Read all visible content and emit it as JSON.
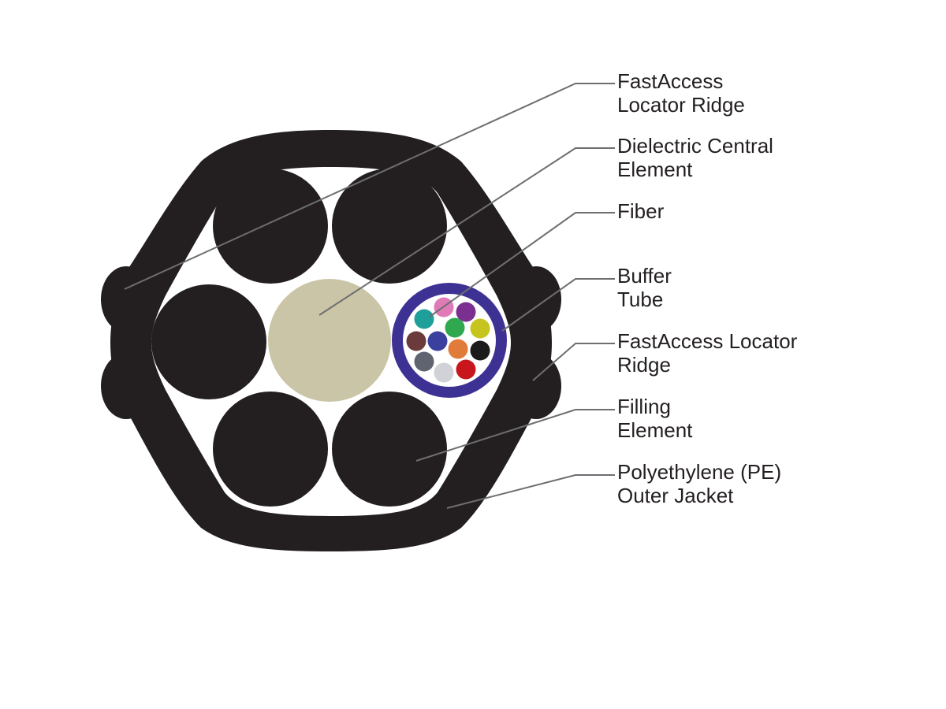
{
  "colors": {
    "jacket": "#231f20",
    "central_element": "#cbc5a7",
    "buffer_tube": "#3d3294",
    "leader_line": "#6d6e71",
    "label_text": "#231f20"
  },
  "labels": [
    {
      "id": "locator-ridge-top",
      "lines": [
        "FastAccess",
        "Locator Ridge"
      ]
    },
    {
      "id": "central-element",
      "lines": [
        "Dielectric Central",
        "Element"
      ]
    },
    {
      "id": "fiber",
      "lines": [
        "Fiber"
      ]
    },
    {
      "id": "buffer-tube",
      "lines": [
        "Buffer",
        "Tube"
      ]
    },
    {
      "id": "locator-ridge-right",
      "lines": [
        "FastAccess Locator",
        "Ridge"
      ]
    },
    {
      "id": "filling-element",
      "lines": [
        "Filling",
        "Element"
      ]
    },
    {
      "id": "outer-jacket",
      "lines": [
        "Polyethylene (PE)",
        "Outer Jacket"
      ]
    }
  ],
  "fibers": [
    {
      "color": "pink",
      "hex": "#e07bb8"
    },
    {
      "color": "violet",
      "hex": "#7b2f91"
    },
    {
      "color": "aqua",
      "hex": "#1f9f99"
    },
    {
      "color": "green",
      "hex": "#2fa84f"
    },
    {
      "color": "yellow",
      "hex": "#c8c41e"
    },
    {
      "color": "brown",
      "hex": "#6b3a3a"
    },
    {
      "color": "blue",
      "hex": "#3b3f9e"
    },
    {
      "color": "orange",
      "hex": "#e07b3a"
    },
    {
      "color": "black",
      "hex": "#1b1b1b"
    },
    {
      "color": "slate",
      "hex": "#5f6470"
    },
    {
      "color": "white",
      "hex": "#d0d2d8"
    },
    {
      "color": "red",
      "hex": "#c8161d"
    }
  ]
}
